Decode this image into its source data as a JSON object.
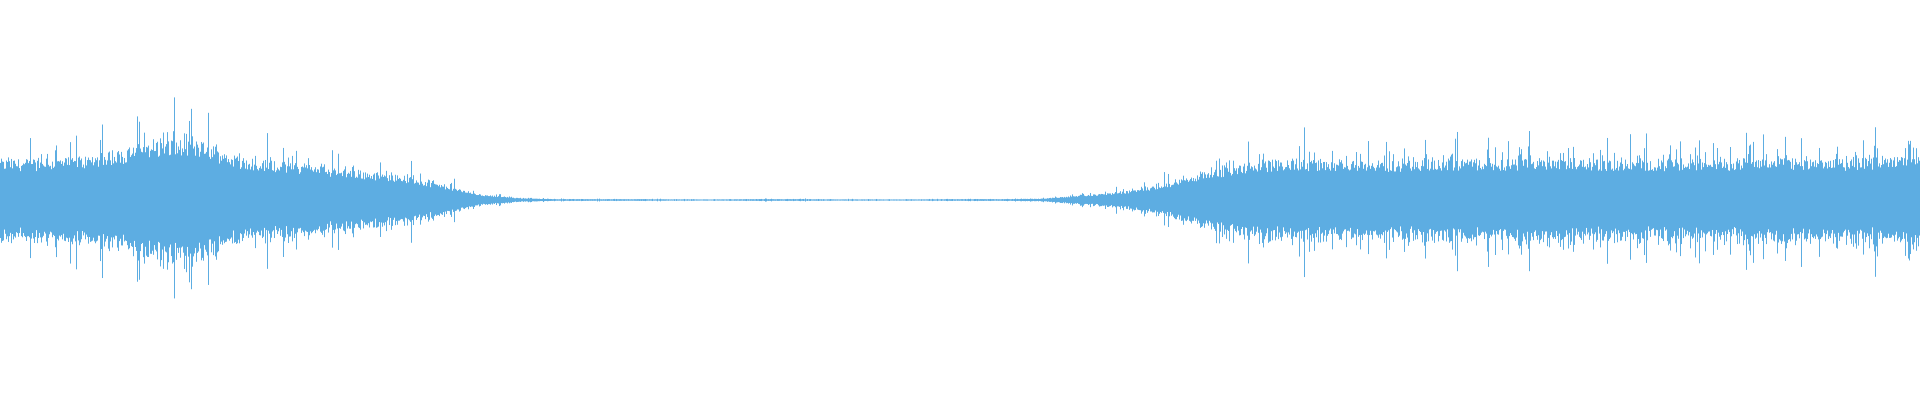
{
  "chart_data": {
    "type": "area",
    "title": "",
    "xlabel": "",
    "ylabel": "",
    "ylim": [
      -1,
      1
    ],
    "grid": false,
    "legend": "none",
    "color": "#5dade2",
    "background": "#ffffff",
    "envelope_amplitude": [
      0.18,
      0.18,
      0.19,
      0.22,
      0.27,
      0.26,
      0.19,
      0.17,
      0.15,
      0.13,
      0.11,
      0.07,
      0.025,
      0.008,
      0.004,
      0.004,
      0.004,
      0.003,
      0.003,
      0.004,
      0.004,
      0.003,
      0.003,
      0.003,
      0.004,
      0.004,
      0.006,
      0.02,
      0.035,
      0.065,
      0.12,
      0.16,
      0.18,
      0.18,
      0.18,
      0.17,
      0.18,
      0.18,
      0.18,
      0.19,
      0.18,
      0.18,
      0.18,
      0.18,
      0.19,
      0.18,
      0.18,
      0.19,
      0.19
    ]
  }
}
